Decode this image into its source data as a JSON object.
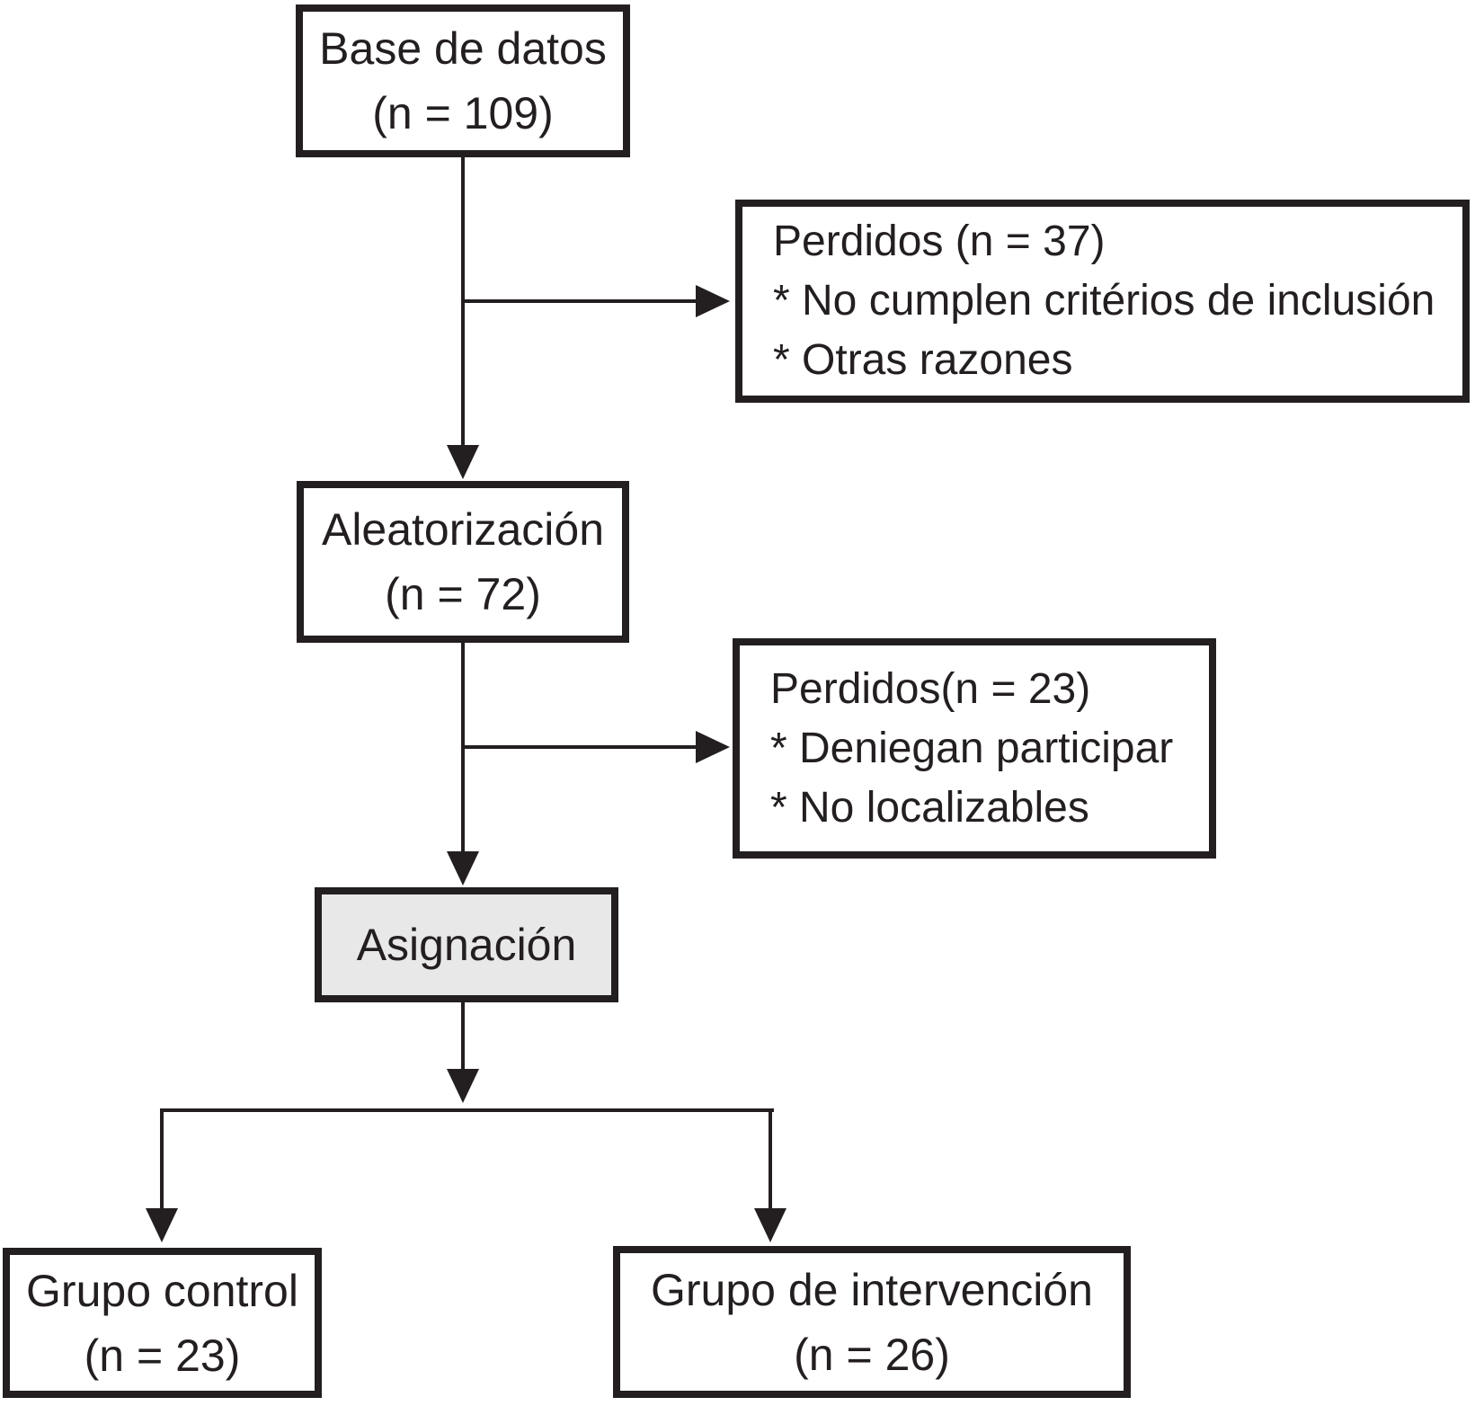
{
  "nodes": {
    "base": {
      "line1": "Base de datos",
      "line2": "(n = 109)"
    },
    "perdidos1": {
      "line1": "Perdidos (n = 37)",
      "line2": "* No cumplen critérios de inclusión",
      "line3": "* Otras razones"
    },
    "aleatorizacion": {
      "line1": "Aleatorización",
      "line2": "(n = 72)"
    },
    "perdidos2": {
      "line1": "Perdidos(n = 23)",
      "line2": "* Deniegan participar",
      "line3": "* No localizables"
    },
    "asignacion": {
      "line1": "Asignación"
    },
    "control": {
      "line1": "Grupo control",
      "line2": "(n = 23)"
    },
    "intervencion": {
      "line1": "Grupo de intervención",
      "line2": "(n = 26)"
    }
  },
  "colors": {
    "ink": "#231f20",
    "asignacion_fill": "#e8e8e8",
    "background": "#ffffff"
  }
}
